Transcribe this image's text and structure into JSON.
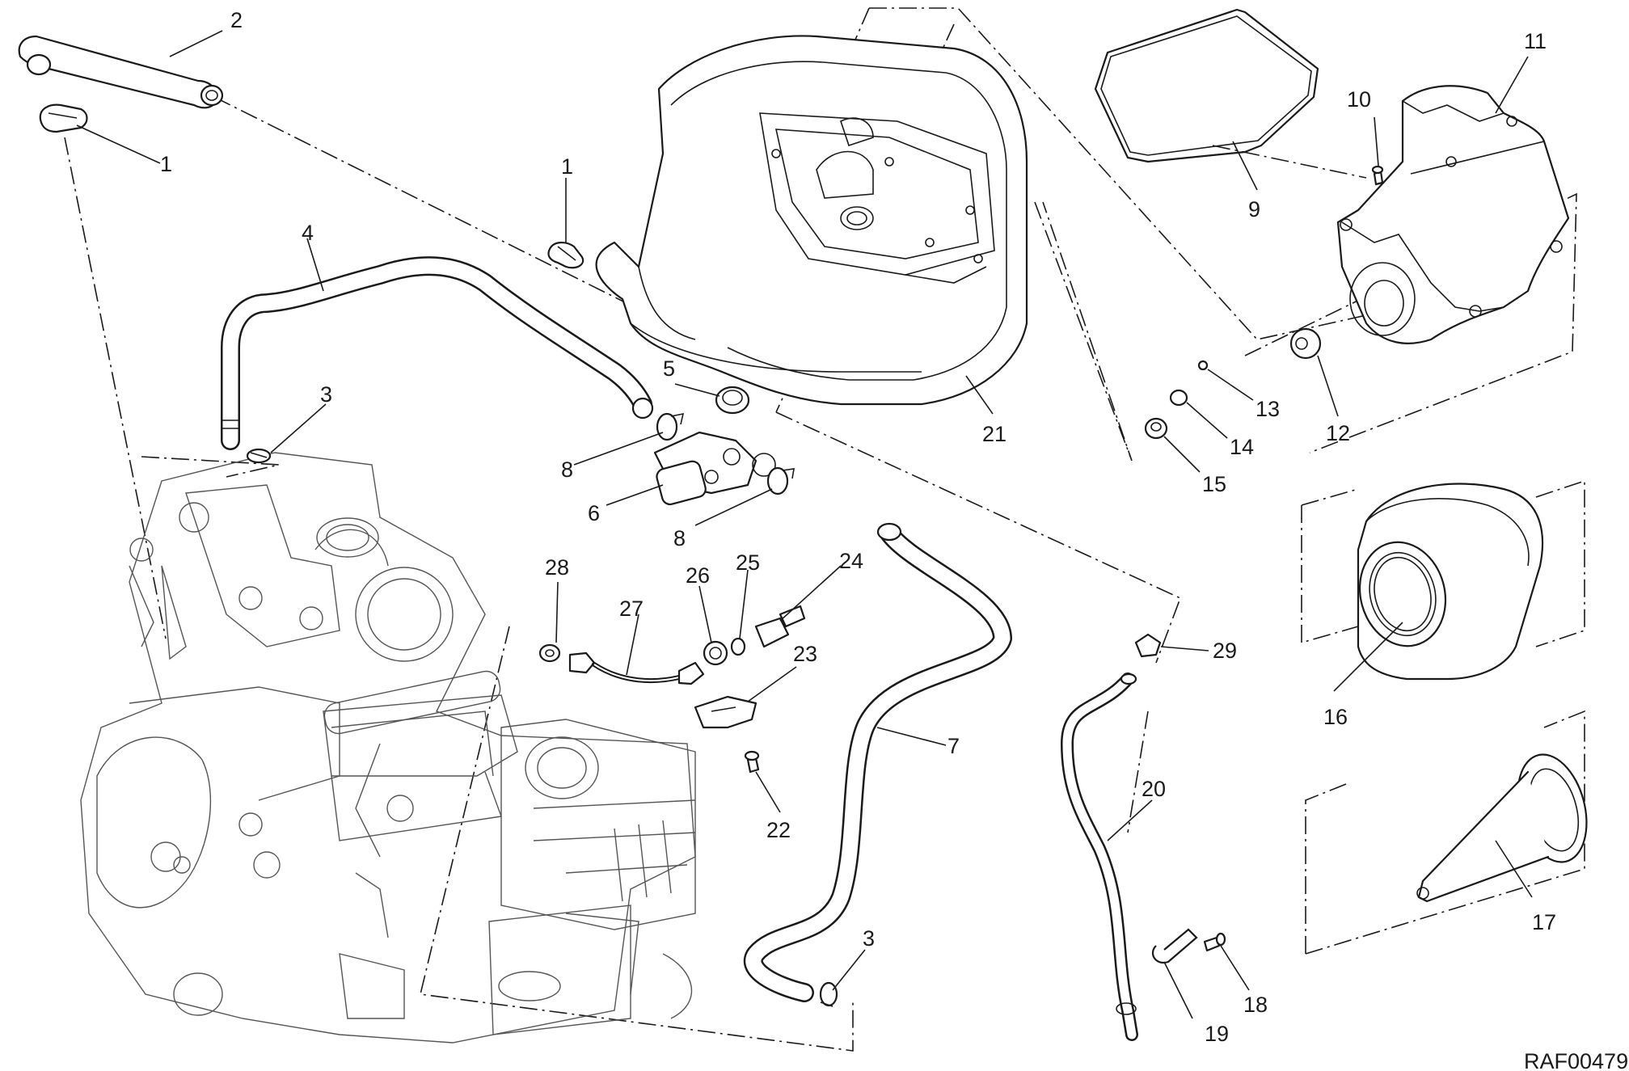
{
  "diagram": {
    "reference_code": "RAF00479",
    "callouts": [
      {
        "key": "c2",
        "label": "2"
      },
      {
        "key": "c1a",
        "label": "1"
      },
      {
        "key": "c1b",
        "label": "1"
      },
      {
        "key": "c4",
        "label": "4"
      },
      {
        "key": "c3a",
        "label": "3"
      },
      {
        "key": "c5",
        "label": "5"
      },
      {
        "key": "c8a",
        "label": "8"
      },
      {
        "key": "c6",
        "label": "6"
      },
      {
        "key": "c8b",
        "label": "8"
      },
      {
        "key": "c21",
        "label": "21"
      },
      {
        "key": "c9",
        "label": "9"
      },
      {
        "key": "c10",
        "label": "10"
      },
      {
        "key": "c11",
        "label": "11"
      },
      {
        "key": "c12",
        "label": "12"
      },
      {
        "key": "c13",
        "label": "13"
      },
      {
        "key": "c14",
        "label": "14"
      },
      {
        "key": "c15",
        "label": "15"
      },
      {
        "key": "c16",
        "label": "16"
      },
      {
        "key": "c17",
        "label": "17"
      },
      {
        "key": "c28",
        "label": "28"
      },
      {
        "key": "c27",
        "label": "27"
      },
      {
        "key": "c26",
        "label": "26"
      },
      {
        "key": "c25",
        "label": "25"
      },
      {
        "key": "c24",
        "label": "24"
      },
      {
        "key": "c23",
        "label": "23"
      },
      {
        "key": "c22",
        "label": "22"
      },
      {
        "key": "c7",
        "label": "7"
      },
      {
        "key": "c29",
        "label": "29"
      },
      {
        "key": "c20",
        "label": "20"
      },
      {
        "key": "c3b",
        "label": "3"
      },
      {
        "key": "c18",
        "label": "18"
      },
      {
        "key": "c19",
        "label": "19"
      }
    ]
  }
}
